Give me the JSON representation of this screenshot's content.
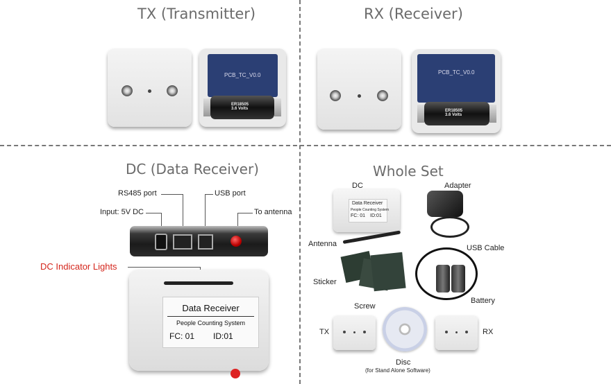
{
  "sections": {
    "tx": {
      "title": "TX (Transmitter)"
    },
    "rx": {
      "title": "RX (Receiver)"
    },
    "dc": {
      "title": "DC (Data Receiver)"
    },
    "whole_set": {
      "title": "Whole Set"
    }
  },
  "pcb_label": "PCB_TC_V0.0",
  "battery_label": "ER18505\n3.6 Volts",
  "dc_callouts": {
    "rs485": "RS485 port",
    "usb": "USB port",
    "power": "Input: 5V DC",
    "antenna": "To antenna",
    "indicator": "DC Indicator Lights"
  },
  "dc_screen": {
    "title": "Data Receiver",
    "subtitle": "People Counting System",
    "fc": "FC:  01",
    "id": "ID:01"
  },
  "ws_dc_screen": {
    "title": "Data Receiver",
    "subtitle": "People Counting System",
    "fc": "FC: 01",
    "id": "ID:01"
  },
  "whole_set_labels": {
    "dc": "DC",
    "adapter": "Adapter",
    "antenna": "Antenna",
    "usb_cable": "USB Cable",
    "sticker": "Sticker",
    "battery": "Battery",
    "screw": "Screw",
    "tx": "TX",
    "rx": "RX",
    "disc": "Disc",
    "disc_note": "(for Stand Alone Software)"
  },
  "colors": {
    "indicator_label": "#d4261c",
    "section_title": "#6b6b6b",
    "pcb": "#2b3f74"
  }
}
